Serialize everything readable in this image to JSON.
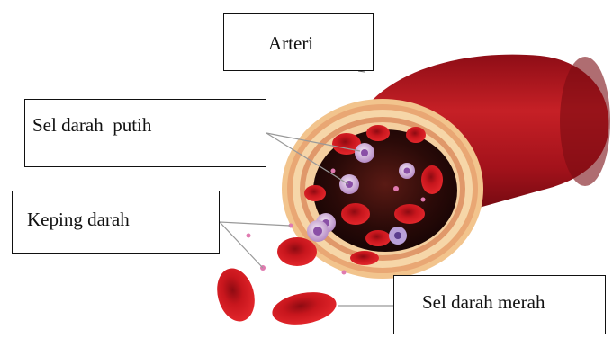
{
  "labels": {
    "arteri": "Arteri",
    "sel_darah_putih": "Sel darah  putih",
    "keping_darah": "Keping darah",
    "sel_darah_merah": "Sel darah merah"
  },
  "colors": {
    "vessel_wall": "#b5161f",
    "inner_lining": "#f0c28a",
    "red_cell": "#d11a1f",
    "white_cell": "#d9b8e0",
    "platelet": "#e07ab0"
  }
}
